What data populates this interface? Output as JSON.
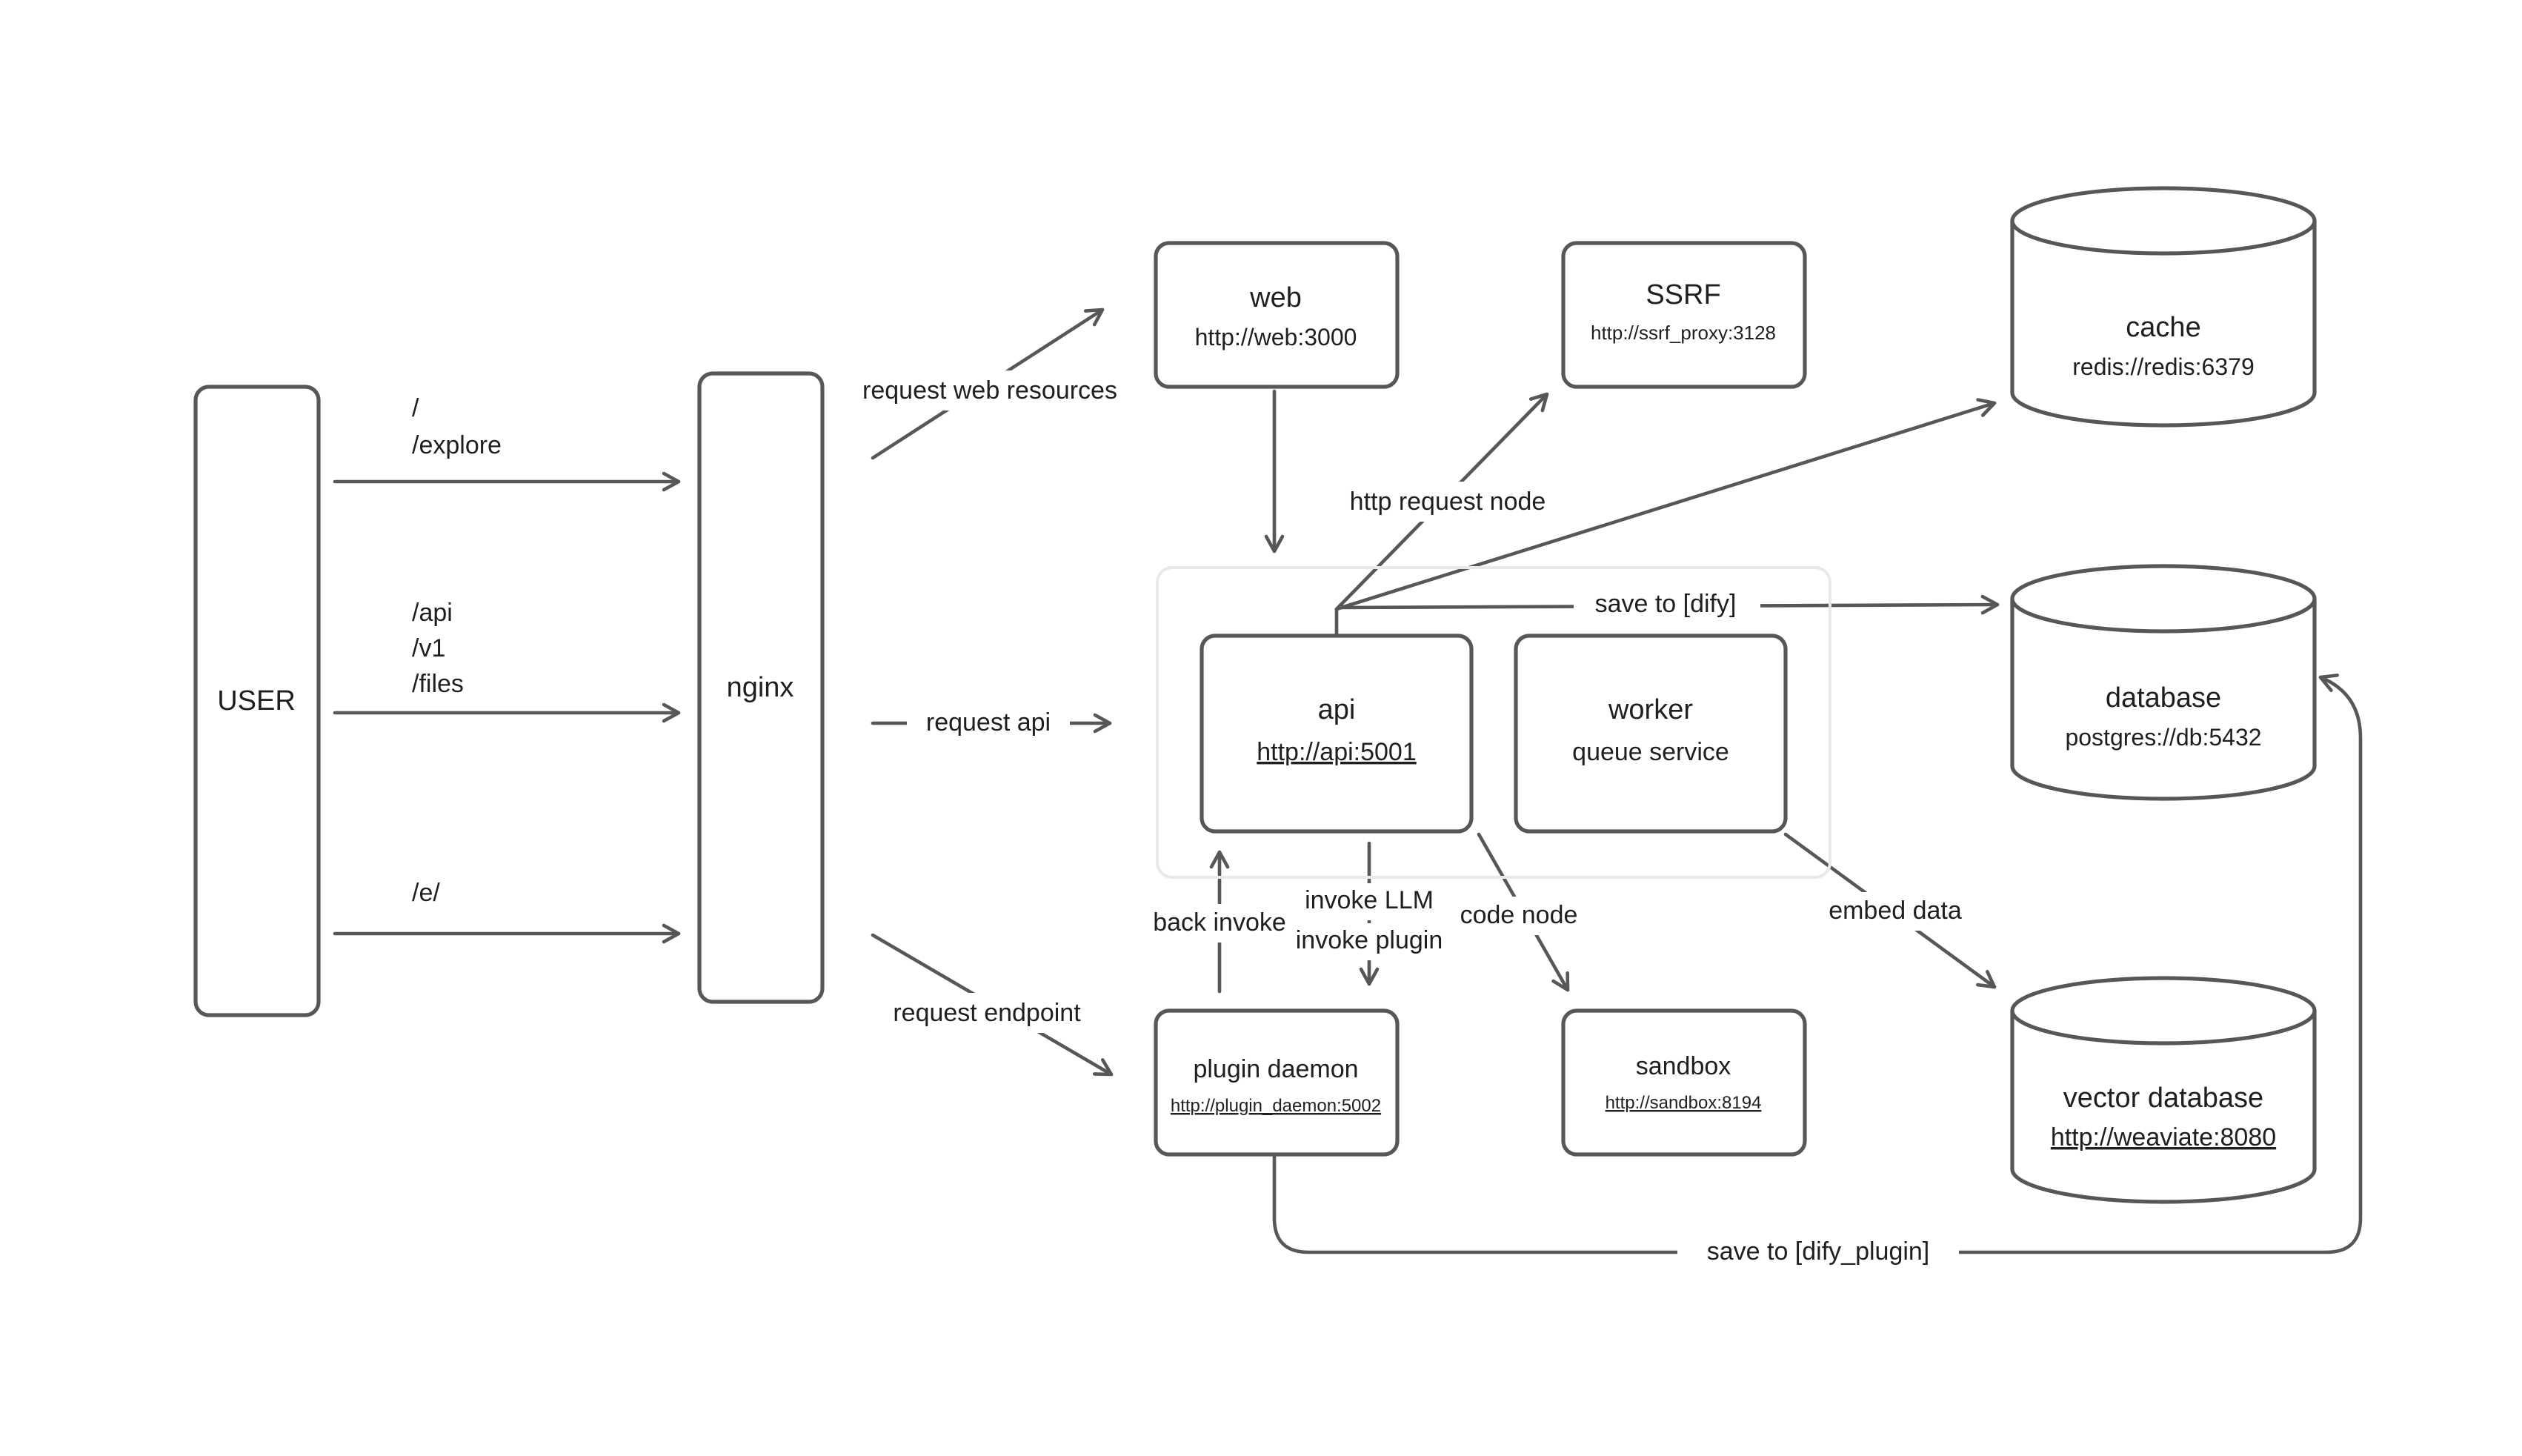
{
  "diagram": {
    "colors": {
      "stroke": "#575757",
      "text": "#1f1f1f",
      "container_stroke": "#e9e9e9",
      "background": "#ffffff"
    },
    "nodes": {
      "user": {
        "label": "USER"
      },
      "nginx": {
        "label": "nginx"
      },
      "web": {
        "title": "web",
        "url": "http://web:3000"
      },
      "ssrf": {
        "title": "SSRF",
        "url": "http://ssrf_proxy:3128"
      },
      "cache": {
        "title": "cache",
        "url": "redis://redis:6379"
      },
      "database": {
        "title": "database",
        "url": "postgres://db:5432"
      },
      "api": {
        "title": "api",
        "url": "http://api:5001"
      },
      "worker": {
        "title": "worker",
        "subtitle": "queue service"
      },
      "plugin_daemon": {
        "title": "plugin daemon",
        "url": "http://plugin_daemon:5002"
      },
      "sandbox": {
        "title": "sandbox",
        "url": "http://sandbox:8194"
      },
      "vector_database": {
        "title": "vector database",
        "url": "http://weaviate:8080"
      }
    },
    "edge_labels": {
      "user_root": "/",
      "user_explore": "/explore",
      "user_api": "/api",
      "user_v1": "/v1",
      "user_files": "/files",
      "user_e": "/e/",
      "request_web_resources": "request web resources",
      "request_api": "request api",
      "request_endpoint": "request endpoint",
      "http_request_node": "http request node",
      "save_to_dify": "save to [dify]",
      "invoke_llm": "invoke LLM",
      "invoke_plugin": "invoke plugin",
      "back_invoke": "back invoke",
      "code_node": "code node",
      "embed_data": "embed data",
      "save_to_dify_plugin": "save to [dify_plugin]"
    }
  }
}
